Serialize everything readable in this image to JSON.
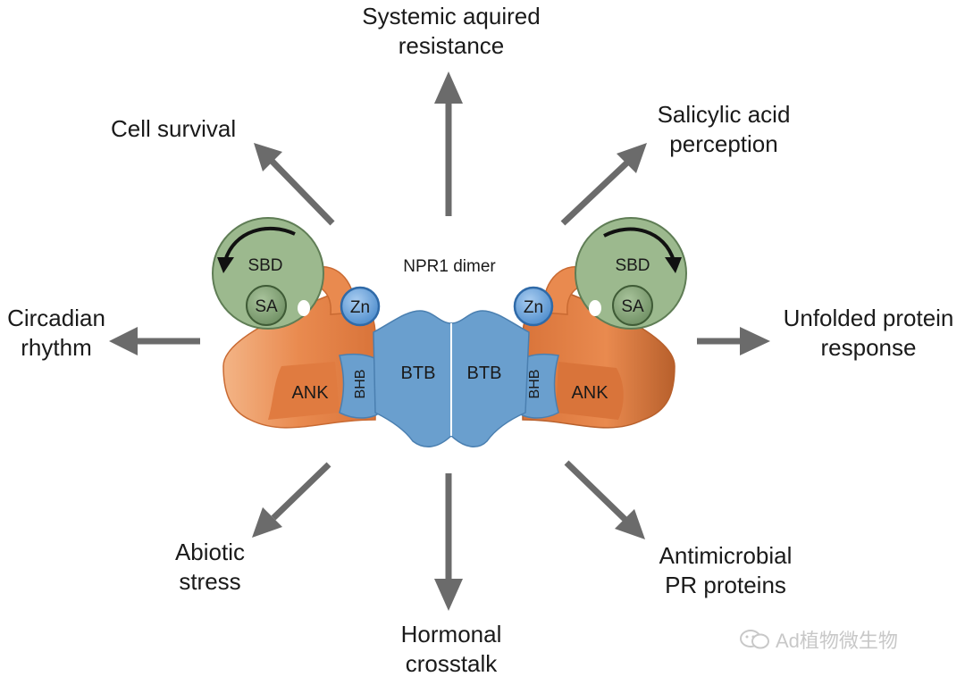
{
  "center_title": "NPR1 dimer",
  "outputs": {
    "top": [
      "Systemic aquired",
      "resistance"
    ],
    "top_left": [
      "Cell survival"
    ],
    "top_right": [
      "Salicylic acid",
      "perception"
    ],
    "left": [
      "Circadian",
      "rhythm"
    ],
    "right": [
      "Unfolded protein",
      "response"
    ],
    "bottom_left": [
      "Abiotic",
      "stress"
    ],
    "bottom": [
      "Hormonal",
      "crosstalk"
    ],
    "bottom_right": [
      "Antimicrobial",
      "PR proteins"
    ]
  },
  "domains": {
    "sbd": "SBD",
    "sa": "SA",
    "zn": "Zn",
    "btb": "BTB",
    "bhb": "BHB",
    "ank": "ANK"
  },
  "watermark": "Ad植物微生物",
  "colors": {
    "arrow": "#6b6b6b",
    "btb": "#6a9fce",
    "btb_stroke": "#4a7fb0",
    "ank": "#e98a4f",
    "ank_dark": "#c96a32",
    "sbd": "#9cb98e",
    "sbd_stroke": "#5f7d55",
    "sa": "#7e9e72",
    "zn": "#6ba3dd",
    "zn_stroke": "#2f6aa8"
  }
}
